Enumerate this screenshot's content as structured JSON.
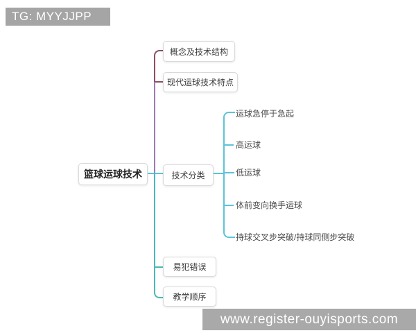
{
  "watermarks": {
    "top": "TG: MYYJJPP",
    "bottom": "www.register-ouyisports.com"
  },
  "mindmap": {
    "root": "篮球运球技术",
    "branches": [
      {
        "label": "概念及技术结构"
      },
      {
        "label": "现代运球技术特点"
      },
      {
        "label": "技术分类",
        "children": [
          "运球急停于急起",
          "高运球",
          "低运球",
          "体前变向换手运球",
          "持球交叉步突破/持球同侧步突破"
        ]
      },
      {
        "label": "易犯错误"
      },
      {
        "label": "教学顺序"
      }
    ]
  },
  "colors": {
    "branch_top": "#8c4f63",
    "branch_mid_trunk": "#9b7cb0",
    "branch_classification": "#5cc3d8",
    "branch_bottom": "#4bb9b3",
    "watermark_bg": "#a5a5a5",
    "watermark_text": "#ffffff",
    "node_border": "#d9d9d9",
    "node_text": "#3d3d3d"
  }
}
